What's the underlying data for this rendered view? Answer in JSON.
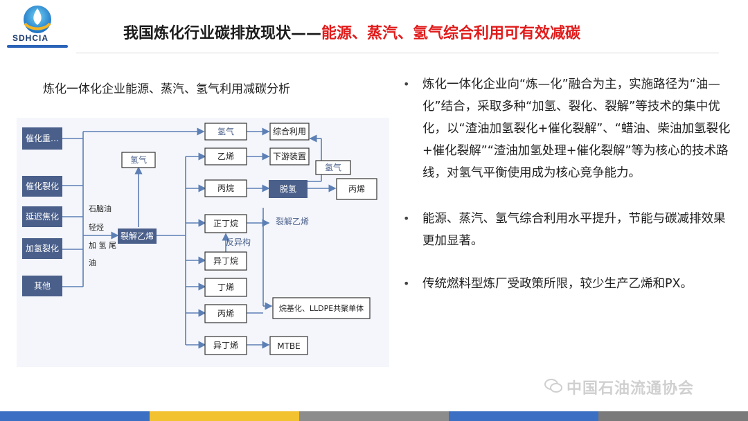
{
  "header": {
    "logo_text": "SDHCIA",
    "title_black": "我国炼化行业碳排放现状——",
    "title_red": "能源、蒸汽、氢气综合利用可有效减碳"
  },
  "left": {
    "subtitle": "炼化一体化企业能源、蒸汽、氢气利用减碳分析"
  },
  "diagram": {
    "sources": [
      "催化重…",
      "催化裂化",
      "延迟焦化",
      "加氢裂化",
      "其他"
    ],
    "feed_label_1": "石脑油",
    "feed_label_2": "轻烃",
    "feed_label_3": "加 氢 尾",
    "feed_label_4": "油",
    "cracker": "裂解乙烯",
    "hydrogen_left": "氢气",
    "products": [
      "氢气",
      "乙烯",
      "丙烷",
      "正丁烷",
      "异丁烷",
      "丙烯",
      "丁烯",
      "异丁烯"
    ],
    "anti_isomer": "反异构",
    "uses": {
      "comprehensive": "综合利用",
      "downstream": "下游装置",
      "dehydro": "脱氢",
      "hydrogen_right": "氢气",
      "propylene_out": "丙烯",
      "crack_ethylene": "裂解乙烯",
      "alkylation": "烷基化、LLDPE共聚单体",
      "mtbe": "MTBE"
    }
  },
  "bullets": [
    "炼化一体化企业向“炼—化”融合为主，实施路径为“油—化”结合，采取多种“加氢、裂化、裂解”等技术的集中优化，以“渣油加氢裂化+催化裂解”、“蜡油、柴油加氢裂化+催化裂解”“渣油加氢处理+催化裂解”等为核心的技术路线，对氢气平衡使用成为核心竞争能力。",
    "能源、蒸汽、氢气综合利用水平提升，节能与碳减排效果更加显著。",
    "传统燃料型炼厂受政策所限，较少生产乙烯和PX。"
  ],
  "watermark": "中国石油流通协会",
  "colors": {
    "title_red": "#e11b1b",
    "box_fill": "#4a5f8a",
    "line": "#5c7fb5",
    "footer": [
      "#3a6fc4",
      "#f2c230",
      "#8c8c8c",
      "#3a6fc4",
      "#7a7a7a"
    ]
  }
}
